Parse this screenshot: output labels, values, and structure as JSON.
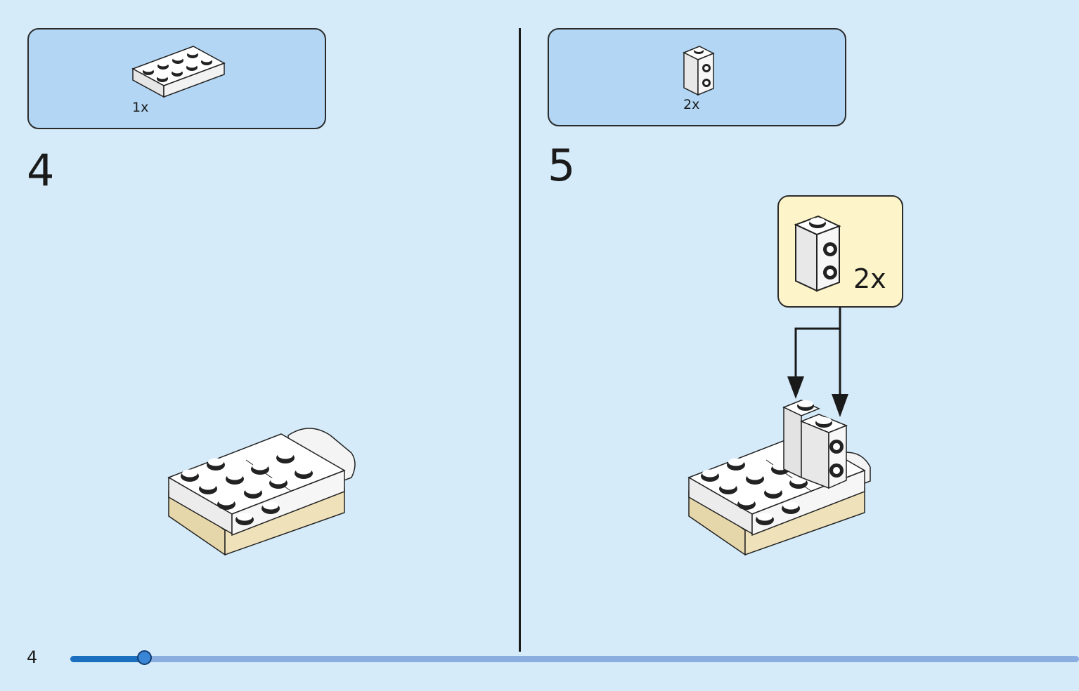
{
  "page": {
    "number": "4",
    "progress": 0.074
  },
  "colors": {
    "background": "#d5ebf9",
    "parts_box": "#b2d6f4",
    "callout": "#fdf5c9",
    "progress_fill": "#1a6fbf",
    "progress_track": "#8aaee0"
  },
  "steps": [
    {
      "number": "4",
      "parts": [
        {
          "icon": "white-plate-2x4-icon",
          "quantity": "1x"
        }
      ]
    },
    {
      "number": "5",
      "parts": [
        {
          "icon": "white-brick-side-studs-icon",
          "quantity": "2x"
        }
      ],
      "callout": {
        "icon": "white-brick-side-studs-icon",
        "quantity": "2x"
      }
    }
  ]
}
